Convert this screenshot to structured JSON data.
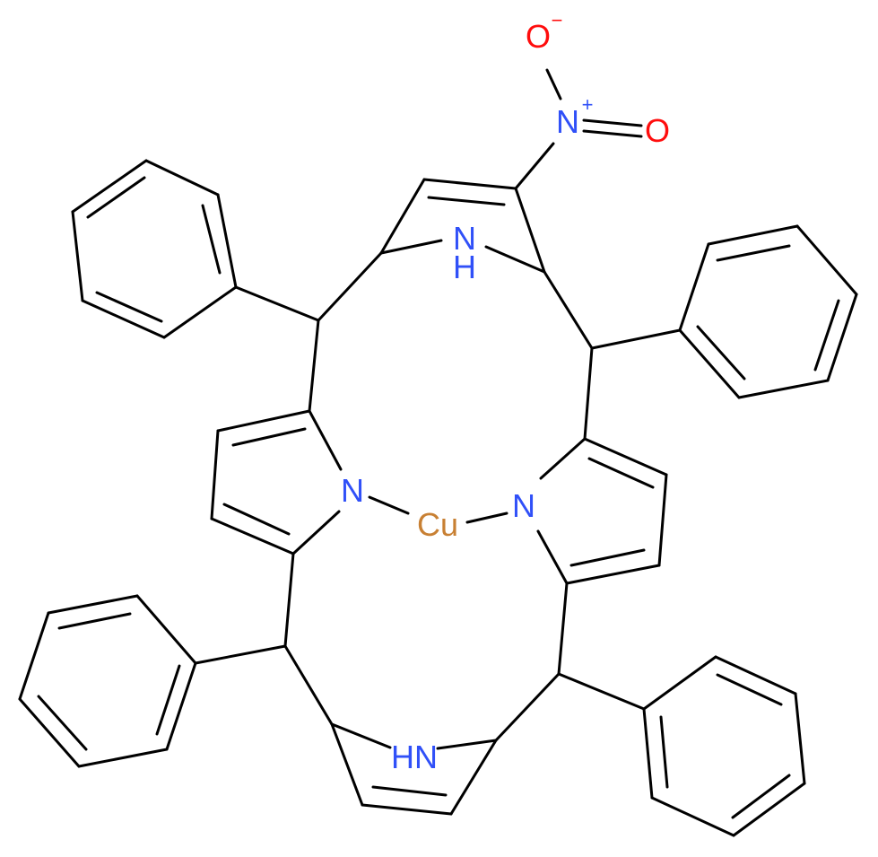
{
  "molecule": {
    "atoms": {
      "copper": "Cu",
      "nitrogen_left": "N",
      "nitrogen_right": "N",
      "nh_top_n": "N",
      "nh_top_h": "H",
      "nh_bottom": "HN",
      "nitro_n": "N",
      "nitro_o_double": "O",
      "nitro_o_single": "O"
    },
    "charges": {
      "nitro_n": "+",
      "nitro_o_single": "−"
    },
    "colors": {
      "bond": "#000000",
      "nitrogen": "#3050F8",
      "oxygen": "#FF0D0D",
      "copper": "#C88033"
    }
  }
}
